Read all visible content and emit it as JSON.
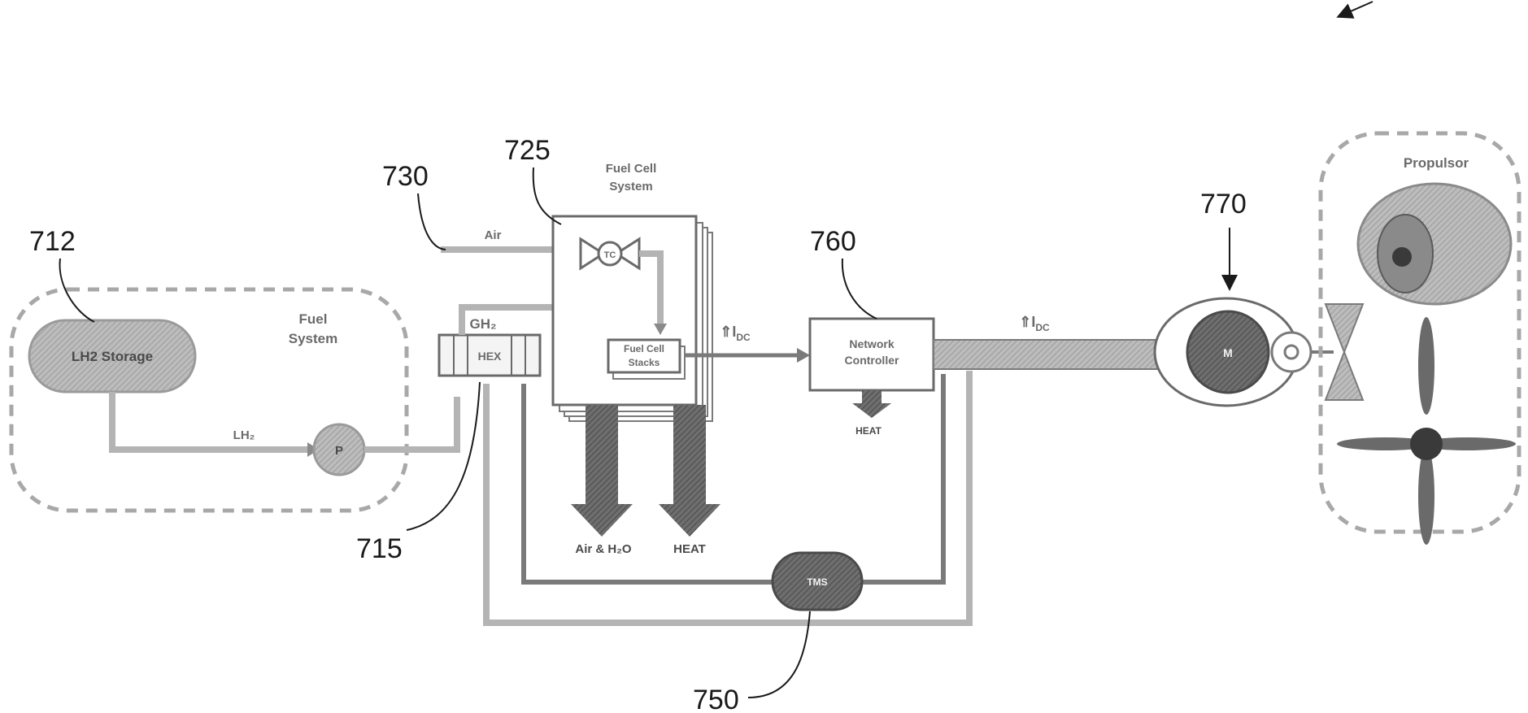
{
  "reference_numerals": {
    "r712": "712",
    "r715": "715",
    "r725": "725",
    "r730": "730",
    "r750": "750",
    "r760": "760",
    "r770": "770"
  },
  "labels": {
    "fuel_system_line1": "Fuel",
    "fuel_system_line2": "System",
    "lh2_storage": "LH2 Storage",
    "lh2": "LH₂",
    "pump": "P",
    "gh2": "GH₂",
    "hex": "HEX",
    "air": "Air",
    "fuel_cell_system_line1": "Fuel Cell",
    "fuel_cell_system_line2": "System",
    "compressor": "TC",
    "fuel_cell_stacks_line1": "Fuel Cell",
    "fuel_cell_stacks_line2": "Stacks",
    "current_dc_1": "⇑I",
    "current_dc_1_sub": "DC",
    "network_controller_line1": "Network",
    "network_controller_line2": "Controller",
    "heat_controller": "HEAT",
    "current_dc_2": "⇑I",
    "current_dc_2_sub": "DC",
    "motor": "M",
    "air_h2o_exhaust": "Air & H₂O",
    "heat_exhaust": "HEAT",
    "radiator": "TMS",
    "propulsor": "Propulsor"
  },
  "colors": {
    "light_flow": "#b4b4b4",
    "dark_flow": "#7a7a7a",
    "dashed_outline": "#a8a8a8",
    "box_outline": "#8a8a8a"
  }
}
